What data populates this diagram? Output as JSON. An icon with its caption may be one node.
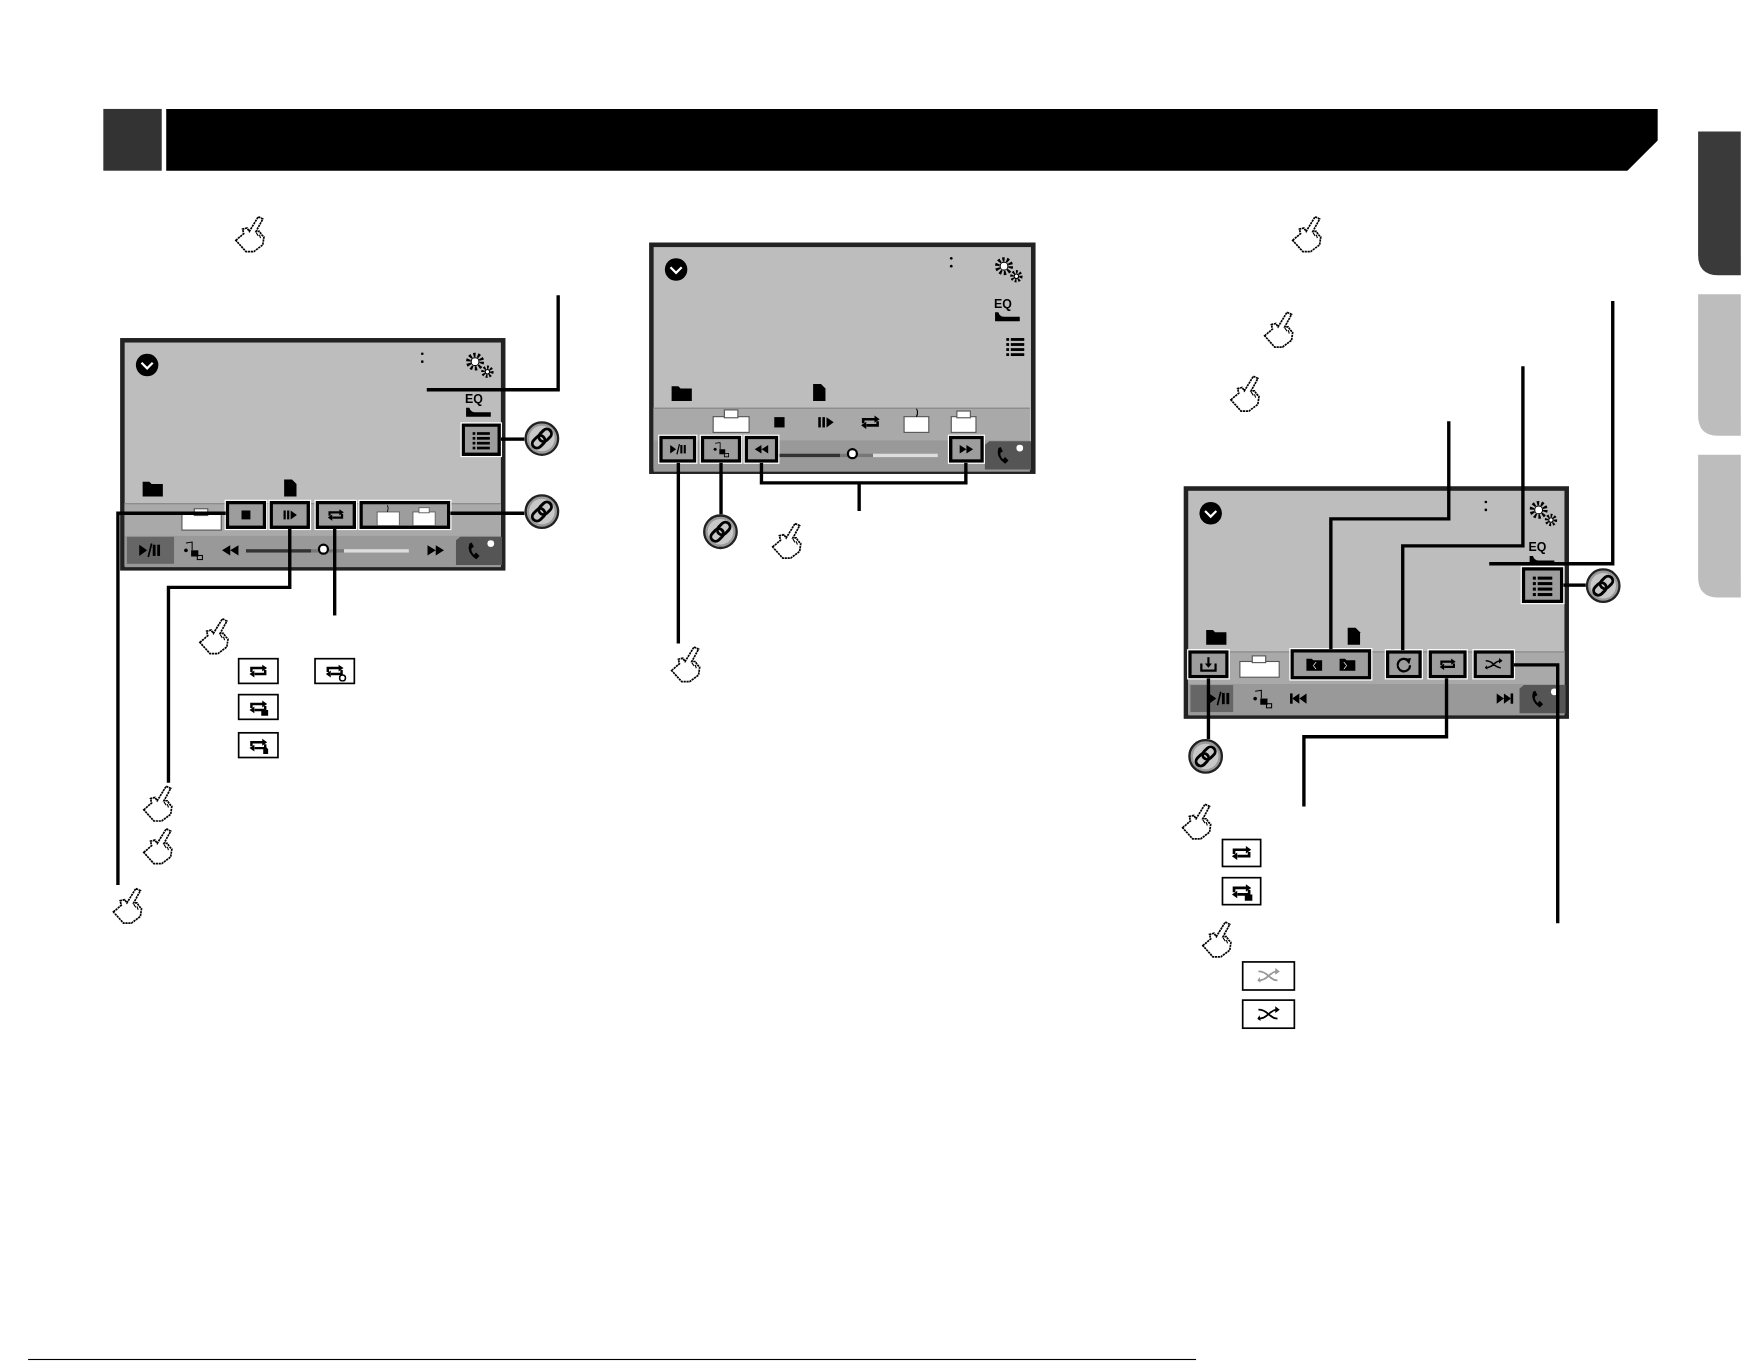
{
  "diagram": {
    "nodes": [
      {
        "text": [],
        "shape": "box"
      },
      {
        "text": [],
        "shape": "box",
        "in": 0
      },
      {
        "text": [],
        "shape": "circle"
      },
      {
        "text": [],
        "shape": "box",
        "in": 0
      },
      {
        "text": [],
        "shape": "box",
        "in": 0
      },
      {
        "text": [],
        "shape": "box",
        "in": 0
      },
      {
        "text": [],
        "shape": "box",
        "in": 0
      },
      {
        "text": [],
        "shape": "circle"
      },
      {
        "text": [],
        "shape": "box"
      },
      {
        "text": [],
        "shape": "box",
        "in": 8
      },
      {
        "text": [],
        "shape": "box",
        "in": 8
      },
      {
        "text": [],
        "shape": "box",
        "in": 8
      },
      {
        "text": [],
        "shape": "box",
        "in": 8
      },
      {
        "text": [],
        "shape": "circle"
      },
      {
        "text": [],
        "shape": "box"
      },
      {
        "text": [],
        "shape": "box",
        "in": 14
      },
      {
        "text": [],
        "shape": "circle"
      },
      {
        "text": [],
        "shape": "box",
        "in": 14
      },
      {
        "text": [],
        "shape": "circle"
      },
      {
        "text": [],
        "shape": "box",
        "in": 14
      },
      {
        "text": [],
        "shape": "box",
        "in": 14
      },
      {
        "text": [],
        "shape": "box",
        "in": 14
      },
      {
        "text": [],
        "shape": "box",
        "in": 14
      },
      {
        "text": [],
        "shape": "hand"
      },
      {
        "text": [],
        "shape": "hand"
      },
      {
        "text": [],
        "shape": "hand"
      }
    ],
    "edges": [
      {
        "from": null,
        "to": 0,
        "arrow": "none"
      },
      {
        "from": 1,
        "to": 2,
        "arrow": "none"
      },
      {
        "from": 23,
        "to": 3,
        "arrow": "none"
      },
      {
        "from": 24,
        "to": 4,
        "arrow": "none"
      },
      {
        "from": null,
        "to": 5,
        "arrow": "none"
      },
      {
        "from": 6,
        "to": 7,
        "arrow": "none"
      },
      {
        "from": 25,
        "to": 9,
        "arrow": "none"
      },
      {
        "from": 10,
        "to": 13,
        "arrow": "none"
      },
      {
        "from": 11,
        "to": 12,
        "arrow": "none"
      },
      {
        "from": null,
        "to": 14,
        "arrow": "none"
      },
      {
        "from": 15,
        "to": 16,
        "arrow": "none"
      },
      {
        "from": 17,
        "to": 18,
        "arrow": "none"
      },
      {
        "from": null,
        "to": 19,
        "arrow": "none"
      },
      {
        "from": null,
        "to": 20,
        "arrow": "none"
      },
      {
        "from": null,
        "to": 21,
        "arrow": "none"
      },
      {
        "from": null,
        "to": 22,
        "arrow": "none"
      }
    ],
    "labels": [
      "EQ",
      "EQ",
      "EQ"
    ]
  }
}
